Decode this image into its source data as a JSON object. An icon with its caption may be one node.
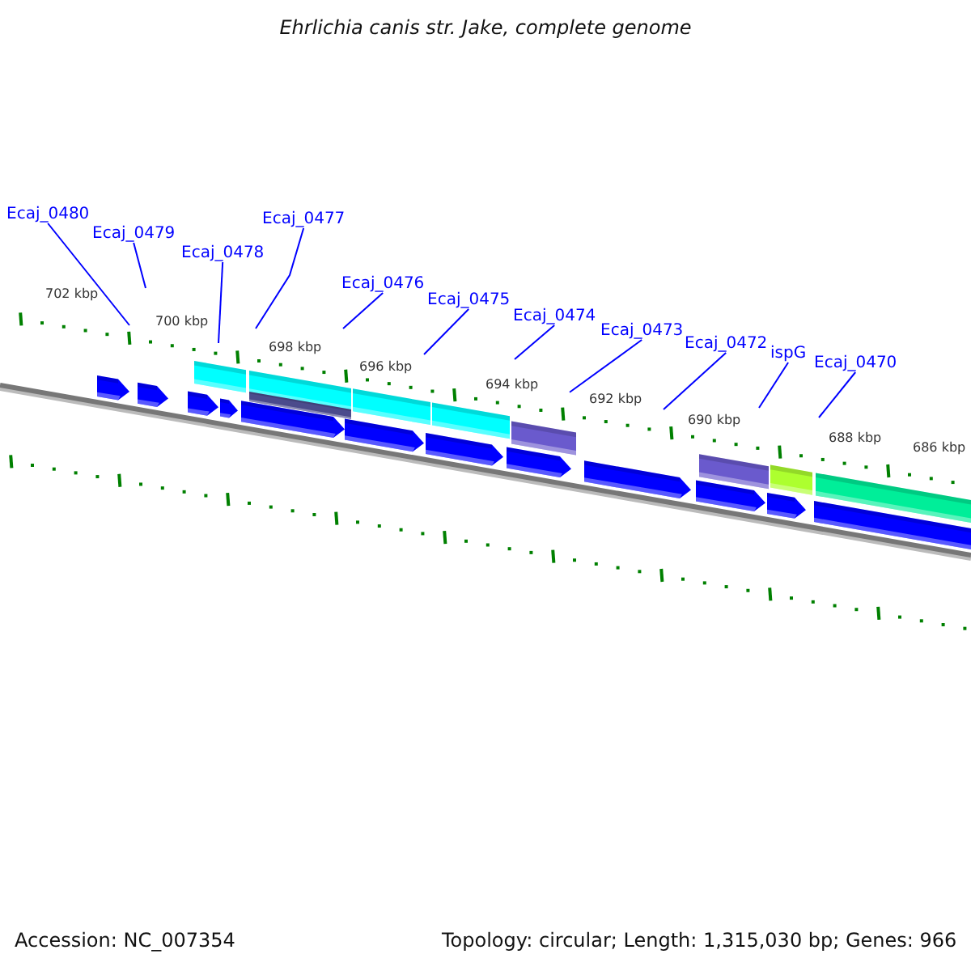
{
  "diagram": {
    "title": "Ehrlichia canis str. Jake, complete genome",
    "nodes": [
      {
        "text": [
          "Ecaj_0480"
        ]
      },
      {
        "text": [
          "Ecaj_0479"
        ]
      },
      {
        "text": [
          "Ecaj_0478"
        ]
      },
      {
        "text": [
          "Ecaj_0477"
        ]
      },
      {
        "text": [
          "Ecaj_0476"
        ]
      },
      {
        "text": [
          "Ecaj_0475"
        ]
      },
      {
        "text": [
          "Ecaj_0474"
        ]
      },
      {
        "text": [
          "Ecaj_0473"
        ]
      },
      {
        "text": [
          "Ecaj_0472"
        ]
      },
      {
        "text": [
          "ispG"
        ]
      },
      {
        "text": [
          "Ecaj_0470"
        ]
      }
    ],
    "edges": [
      {
        "from": 0,
        "to": null,
        "arrow": "none"
      },
      {
        "from": 1,
        "to": null,
        "arrow": "none"
      },
      {
        "from": 2,
        "to": null,
        "arrow": "none"
      },
      {
        "from": 3,
        "to": null,
        "arrow": "none"
      },
      {
        "from": 4,
        "to": null,
        "arrow": "none"
      },
      {
        "from": 5,
        "to": null,
        "arrow": "none"
      },
      {
        "from": 6,
        "to": null,
        "arrow": "none"
      },
      {
        "from": 7,
        "to": null,
        "arrow": "none"
      },
      {
        "from": 8,
        "to": null,
        "arrow": "none"
      },
      {
        "from": 9,
        "to": null,
        "arrow": "none"
      },
      {
        "from": 10,
        "to": null,
        "arrow": "none"
      }
    ],
    "labels": [
      "702 kbp",
      "700 kbp",
      "698 kbp",
      "696 kbp",
      "694 kbp",
      "692 kbp",
      "690 kbp",
      "688 kbp",
      "686 kbp",
      "Accession: NC_007354",
      "Topology: circular; Length: 1,315,030 bp; Genes: 966"
    ]
  }
}
